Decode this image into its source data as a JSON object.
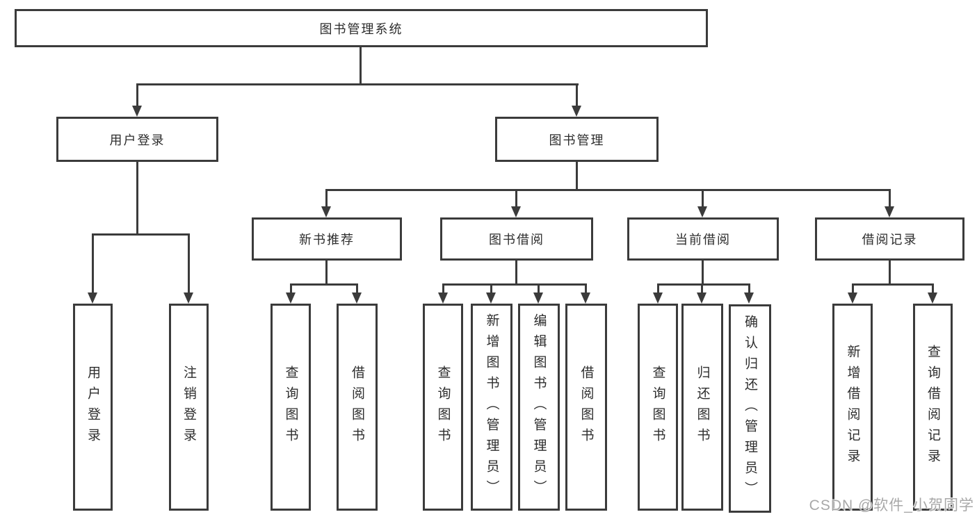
{
  "diagram": {
    "title": "图书管理系统",
    "watermark": "CSDN @软件_小贺同学",
    "colors": {
      "line": "#3b3b3b",
      "text": "#2d2d2d",
      "background": "#ffffff",
      "watermark": "#a8a8a8"
    },
    "nodes": {
      "root": {
        "label": "图书管理系统"
      },
      "user_login": {
        "label": "用户登录"
      },
      "book_mgmt": {
        "label": "图书管理"
      },
      "new_book_rec": {
        "label": "新书推荐"
      },
      "book_borrow": {
        "label": "图书借阅"
      },
      "current_borrow": {
        "label": "当前借阅"
      },
      "borrow_records": {
        "label": "借阅记录"
      },
      "user_login_leaf": {
        "label": "用户登录"
      },
      "logout": {
        "label": "注销登录"
      },
      "query_books_1": {
        "label": "查询图书"
      },
      "borrow_books_1": {
        "label": "借阅图书"
      },
      "query_books_2": {
        "label": "查询图书"
      },
      "add_books_admin": {
        "label": "新增图书（管理员）"
      },
      "edit_books_admin": {
        "label": "编辑图书（管理员）"
      },
      "borrow_books_2": {
        "label": "借阅图书"
      },
      "query_books_3": {
        "label": "查询图书"
      },
      "return_books": {
        "label": "归还图书"
      },
      "confirm_return_admin": {
        "label": "确认归还（管理员）"
      },
      "add_borrow_record": {
        "label": "新增借阅记录"
      },
      "query_borrow_record": {
        "label": "查询借阅记录"
      }
    },
    "hierarchy": {
      "root": [
        "user_login",
        "book_mgmt"
      ],
      "user_login": [
        "user_login_leaf",
        "logout"
      ],
      "book_mgmt": [
        "new_book_rec",
        "book_borrow",
        "current_borrow",
        "borrow_records"
      ],
      "new_book_rec": [
        "query_books_1",
        "borrow_books_1"
      ],
      "book_borrow": [
        "query_books_2",
        "add_books_admin",
        "edit_books_admin",
        "borrow_books_2"
      ],
      "current_borrow": [
        "query_books_3",
        "return_books",
        "confirm_return_admin"
      ],
      "borrow_records": [
        "add_borrow_record",
        "query_borrow_record"
      ]
    }
  }
}
